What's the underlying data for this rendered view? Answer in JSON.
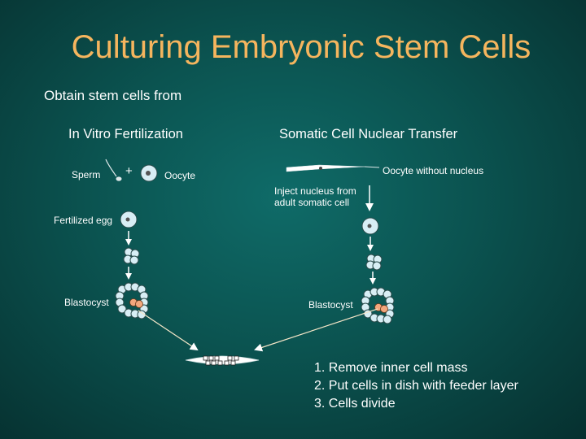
{
  "title": "Culturing Embryonic Stem Cells",
  "subtitle": "Obtain stem cells from",
  "ivf": {
    "heading": "In Vitro Fertilization",
    "sperm": "Sperm",
    "plus": "+",
    "oocyte": "Oocyte",
    "fertilized_egg": "Fertilized egg",
    "blastocyst": "Blastocyst"
  },
  "scnt": {
    "heading": "Somatic Cell Nuclear Transfer",
    "oocyte_without_nucleus": "Oocyte without nucleus",
    "inject_line1": "Inject nucleus from",
    "inject_line2": "adult somatic cell",
    "blastocyst": "Blastocyst"
  },
  "steps": [
    "1. Remove inner cell mass",
    "2. Put cells in dish with feeder layer",
    "3. Cells divide"
  ],
  "colors": {
    "title": "#f5b55e",
    "cell_fill": "#d8eef5",
    "inner_cell_mass": "#f2a77d",
    "arrow": "#ffffff"
  }
}
